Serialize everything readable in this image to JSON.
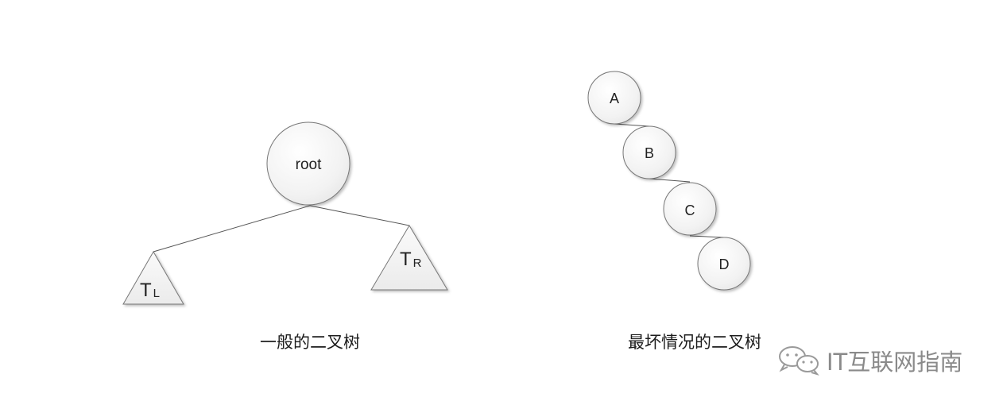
{
  "left_diagram": {
    "root_label": "root",
    "left_subtree": {
      "main": "T",
      "sub": "L"
    },
    "right_subtree": {
      "main": "T",
      "sub": "R"
    },
    "caption": "一般的二叉树"
  },
  "right_diagram": {
    "nodes": [
      "A",
      "B",
      "C",
      "D"
    ],
    "caption": "最坏情况的二叉树"
  },
  "watermark": {
    "icon": "wechat-icon",
    "text": "IT互联网指南"
  }
}
